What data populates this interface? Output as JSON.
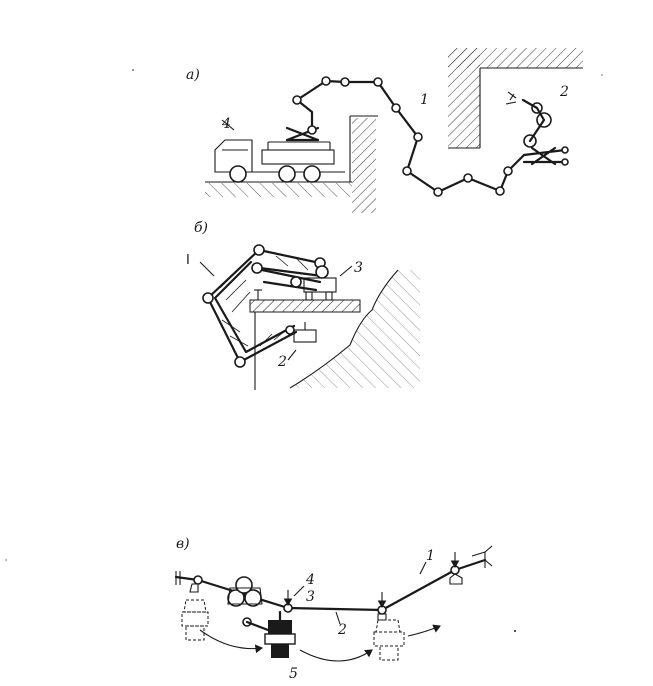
{
  "panel_a": {
    "letter": "а)",
    "labels": {
      "arm": "1",
      "gripper": "2",
      "truck": "4"
    }
  },
  "panel_b": {
    "letter": "б)",
    "labels": {
      "truss": "I",
      "gripper": "2",
      "base": "3"
    }
  },
  "panel_c": {
    "letter": "в)",
    "labels": {
      "cable": "1",
      "segment": "2",
      "carriage": "3",
      "support": "4",
      "module": "5"
    }
  }
}
